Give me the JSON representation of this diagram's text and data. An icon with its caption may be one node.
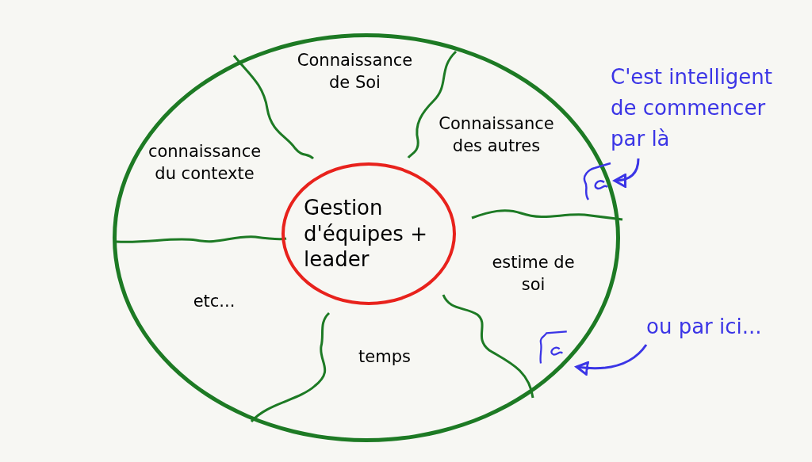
{
  "diagram": {
    "nodes": [
      {
        "text": [],
        "shape": "circle"
      },
      {
        "text": [
          "Connaissance de Soi"
        ],
        "in": 0
      },
      {
        "text": [
          "Connaissance des autres"
        ],
        "in": 0
      },
      {
        "text": [
          "connaissance du contexte"
        ],
        "in": 0
      },
      {
        "text": [
          "Gestion d'équipes + leader"
        ],
        "in": 0
      },
      {
        "text": [
          "estime de soi"
        ],
        "in": 0
      },
      {
        "text": [
          "etc..."
        ],
        "in": 0
      },
      {
        "text": [
          "temps"
        ],
        "in": 0
      },
      {
        "text": [],
        "shape": "picture",
        "in": 0
      },
      {
        "text": [],
        "shape": "picture",
        "in": 0
      },
      {
        "text": [
          "C'est intelligent de commencer par là"
        ]
      },
      {
        "text": [
          "ou par ici..."
        ]
      }
    ],
    "edges": [
      {
        "from": 10,
        "to": 8,
        "arrow": "to"
      },
      {
        "from": 11,
        "to": 9,
        "arrow": "to"
      }
    ]
  }
}
